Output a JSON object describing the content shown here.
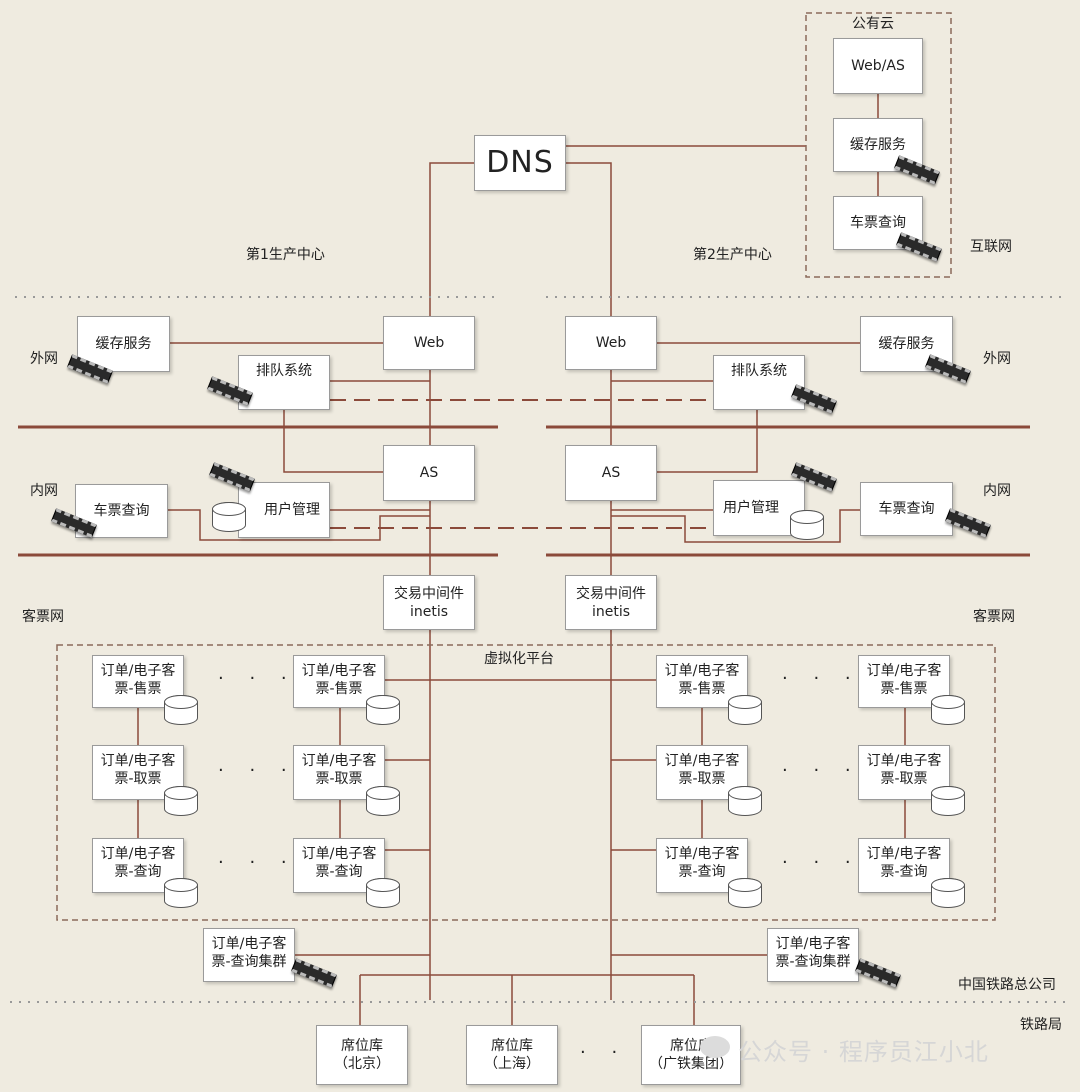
{
  "dns": "DNS",
  "public_cloud": {
    "title": "公有云",
    "web_as": "Web/AS",
    "cache": "缓存服务",
    "ticket_query": "车票查询"
  },
  "zones": {
    "internet": "互联网",
    "outer_left": "外网",
    "outer_right": "外网",
    "inner_left": "内网",
    "inner_right": "内网",
    "ticket_net_left": "客票网",
    "ticket_net_right": "客票网",
    "hq": "中国铁路总公司",
    "bureau": "铁路局",
    "virtual_platform": "虚拟化平台"
  },
  "centers": {
    "center1": "第1生产中心",
    "center2": "第2生产中心"
  },
  "left": {
    "web": "Web",
    "as": "AS",
    "cache": "缓存服务",
    "queue": "排队系统",
    "ticket_query": "车票查询",
    "user_mgmt": "用户管理",
    "middleware": "交易中间件\ninetis",
    "query_cluster": "订单/电子客\n票-查询集群"
  },
  "right": {
    "web": "Web",
    "as": "AS",
    "cache": "缓存服务",
    "queue": "排队系统",
    "ticket_query": "车票查询",
    "user_mgmt": "用户管理",
    "middleware": "交易中间件\ninetis",
    "query_cluster": "订单/电子客\n票-查询集群"
  },
  "order_nodes": {
    "sell": "订单/电子客\n票-售票",
    "fetch": "订单/电子客\n票-取票",
    "query": "订单/电子客\n票-查询"
  },
  "ellipsis": "· · ·",
  "seat_db": {
    "beijing": "席位库\n（北京）",
    "shanghai": "席位库\n（上海）",
    "guangtie": "席位库\n（广铁集团）"
  },
  "watermark": "公众号 · 程序员江小北"
}
